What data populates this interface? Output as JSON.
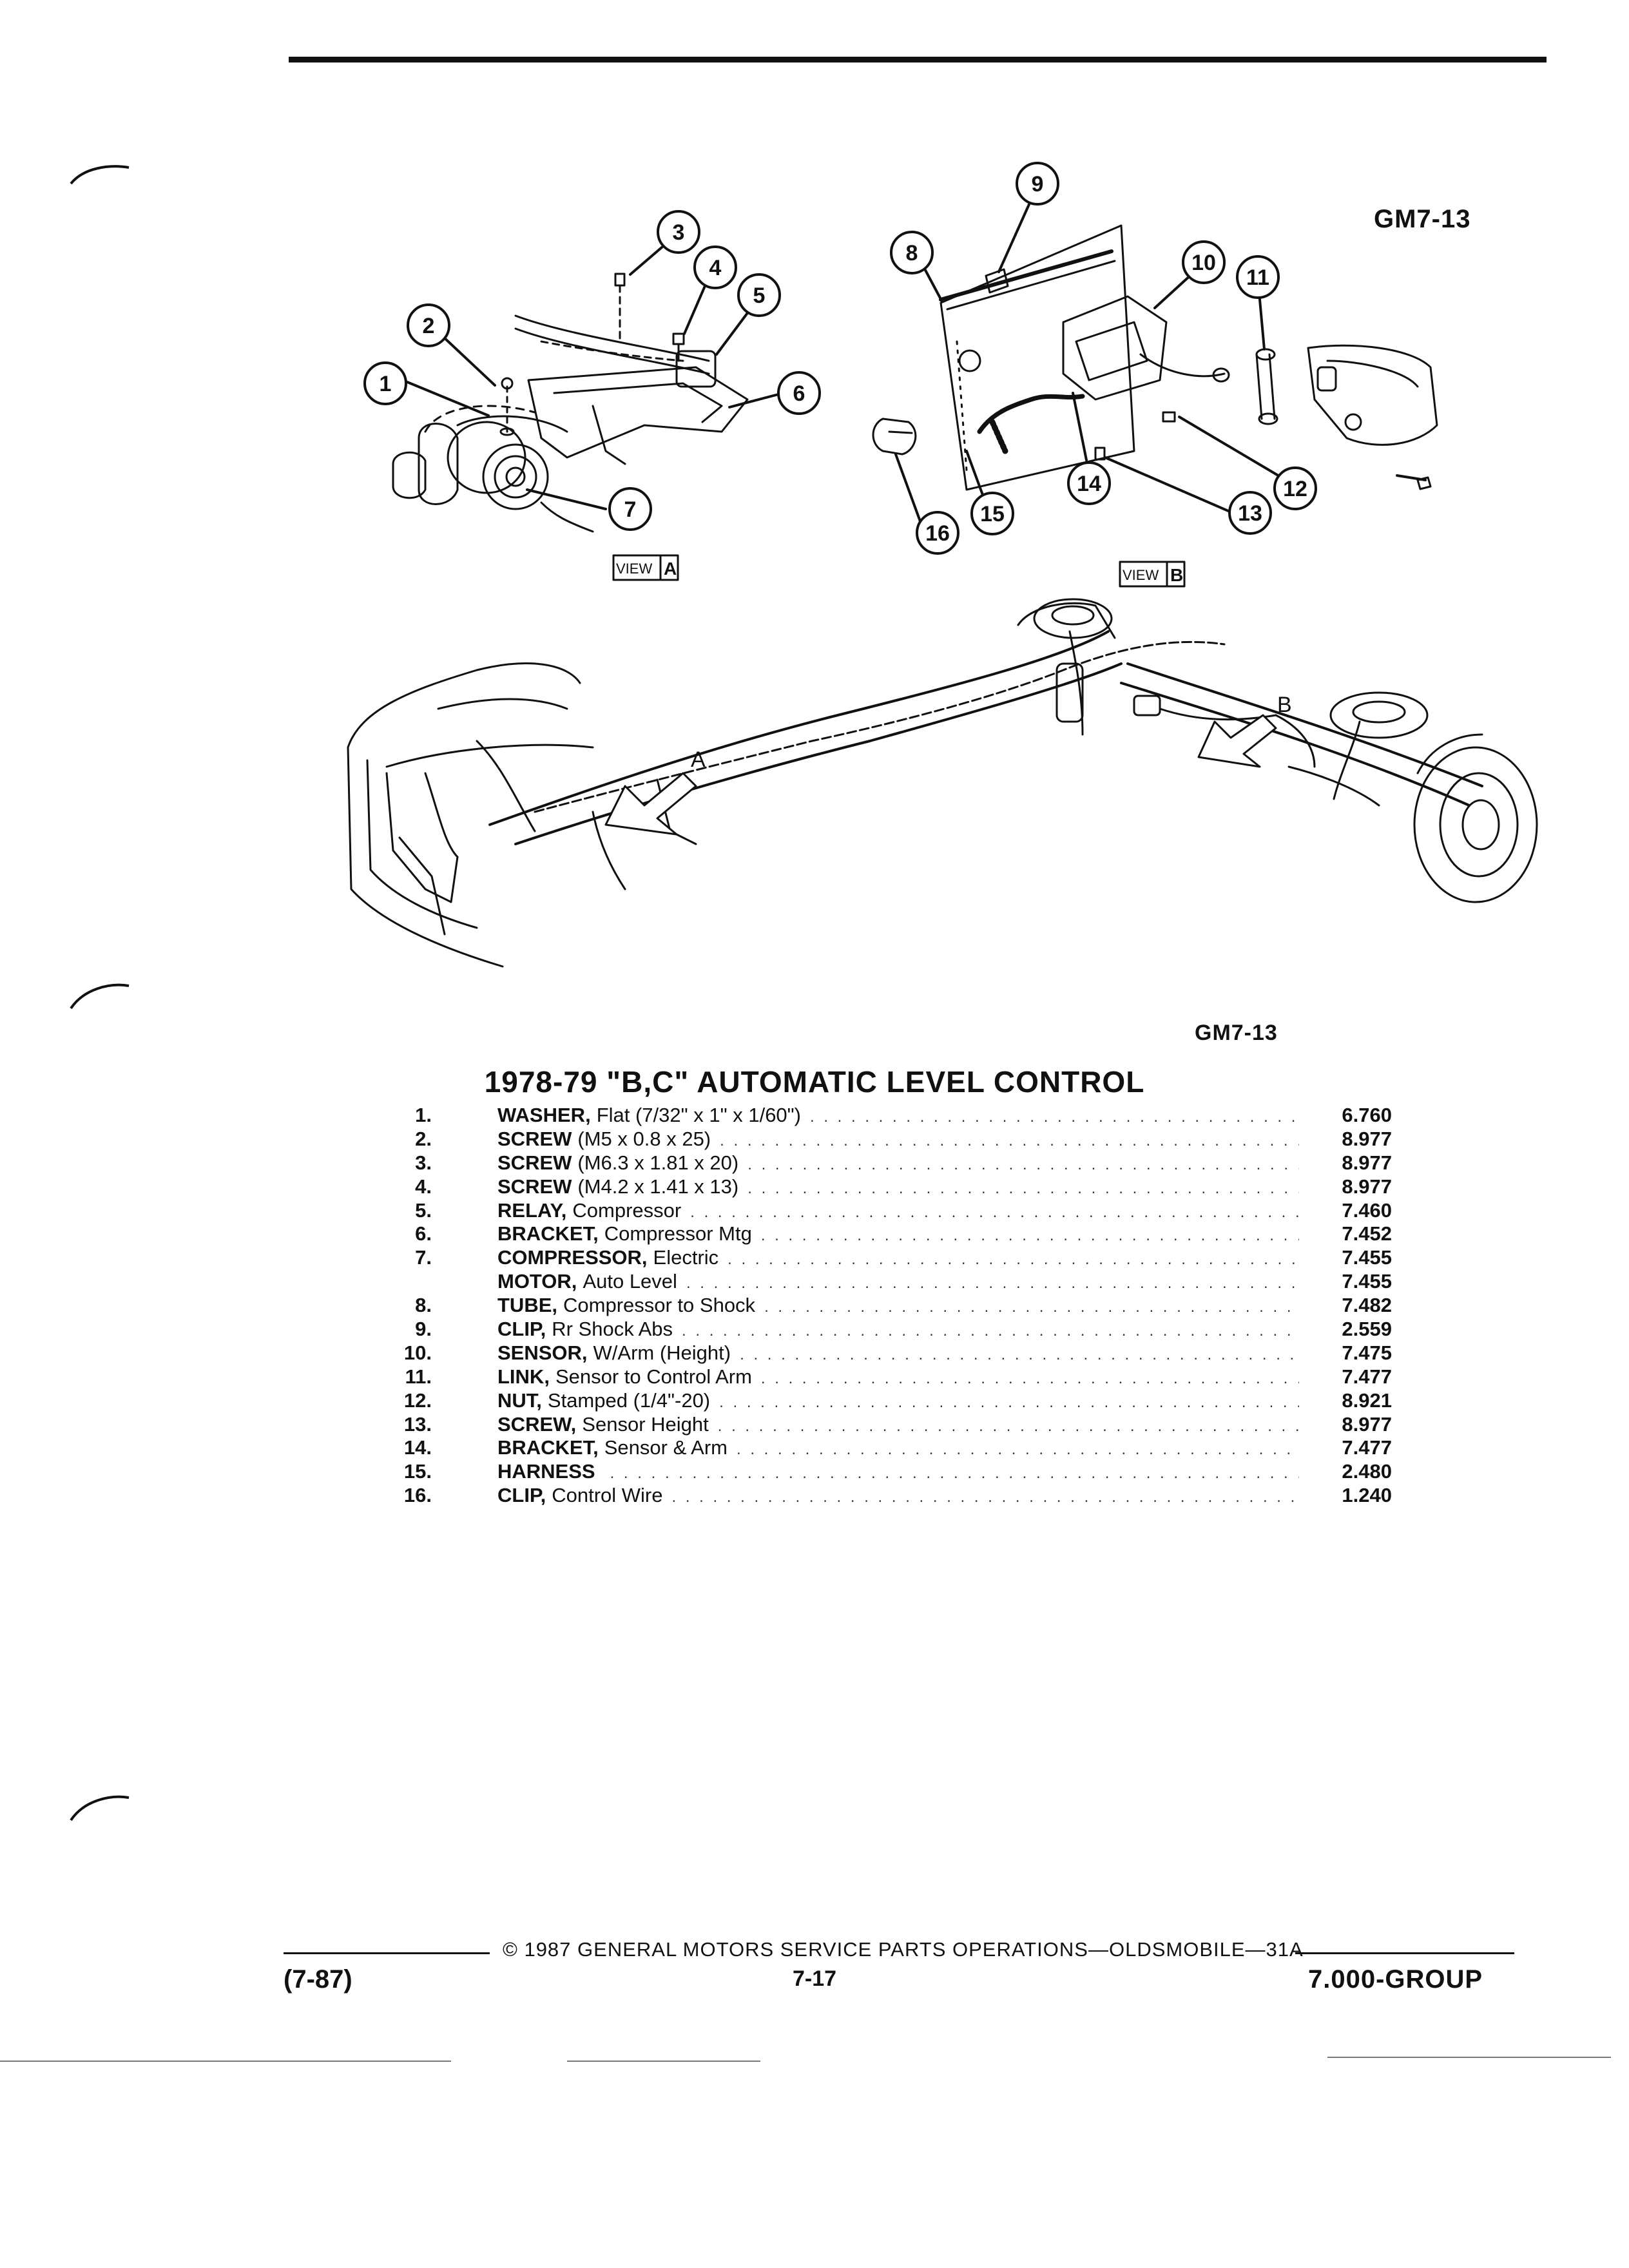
{
  "page": {
    "reference_code": "GM7-13",
    "section_title": "1978-79 \"B,C\" AUTOMATIC LEVEL CONTROL",
    "footer": {
      "copyright": "© 1987 GENERAL MOTORS SERVICE PARTS OPERATIONS—OLDSMOBILE—31A",
      "revision": "(7-87)",
      "page_number": "7-17",
      "group": "7.000-GROUP"
    }
  },
  "diagram": {
    "view_a_label": "VIEW",
    "view_a_letter": "A",
    "view_b_label": "VIEW",
    "view_b_letter": "B",
    "arrow_a": "A",
    "arrow_b": "B",
    "callouts": [
      "1",
      "2",
      "3",
      "4",
      "5",
      "6",
      "7",
      "8",
      "9",
      "10",
      "11",
      "12",
      "13",
      "14",
      "15",
      "16"
    ]
  },
  "parts": [
    {
      "num": "1.",
      "name": "WASHER,",
      "desc": "Flat (7/32\" x 1\" x 1/60\")",
      "code": "6.760"
    },
    {
      "num": "2.",
      "name": "SCREW",
      "desc": "(M5 x 0.8 x 25)",
      "code": "8.977"
    },
    {
      "num": "3.",
      "name": "SCREW",
      "desc": "(M6.3 x 1.81 x 20)",
      "code": "8.977"
    },
    {
      "num": "4.",
      "name": "SCREW",
      "desc": "(M4.2 x 1.41 x 13)",
      "code": "8.977"
    },
    {
      "num": "5.",
      "name": "RELAY,",
      "desc": "Compressor",
      "code": "7.460"
    },
    {
      "num": "6.",
      "name": "BRACKET,",
      "desc": "Compressor Mtg",
      "code": "7.452"
    },
    {
      "num": "7.",
      "name": "COMPRESSOR,",
      "desc": "Electric",
      "code": "7.455"
    },
    {
      "num": "",
      "name": "MOTOR,",
      "desc": "Auto Level",
      "code": "7.455"
    },
    {
      "num": "8.",
      "name": "TUBE,",
      "desc": "Compressor to Shock",
      "code": "7.482"
    },
    {
      "num": "9.",
      "name": "CLIP,",
      "desc": "Rr Shock Abs",
      "code": "2.559"
    },
    {
      "num": "10.",
      "name": "SENSOR,",
      "desc": "W/Arm (Height)",
      "code": "7.475"
    },
    {
      "num": "11.",
      "name": "LINK,",
      "desc": "Sensor to Control Arm",
      "code": "7.477"
    },
    {
      "num": "12.",
      "name": "NUT,",
      "desc": "Stamped (1/4\"-20)",
      "code": "8.921"
    },
    {
      "num": "13.",
      "name": "SCREW,",
      "desc": "Sensor Height",
      "code": "8.977"
    },
    {
      "num": "14.",
      "name": "BRACKET,",
      "desc": "Sensor & Arm",
      "code": "7.477"
    },
    {
      "num": "15.",
      "name": "HARNESS",
      "desc": "",
      "code": "2.480"
    },
    {
      "num": "16.",
      "name": "CLIP,",
      "desc": "Control Wire",
      "code": "1.240"
    }
  ]
}
